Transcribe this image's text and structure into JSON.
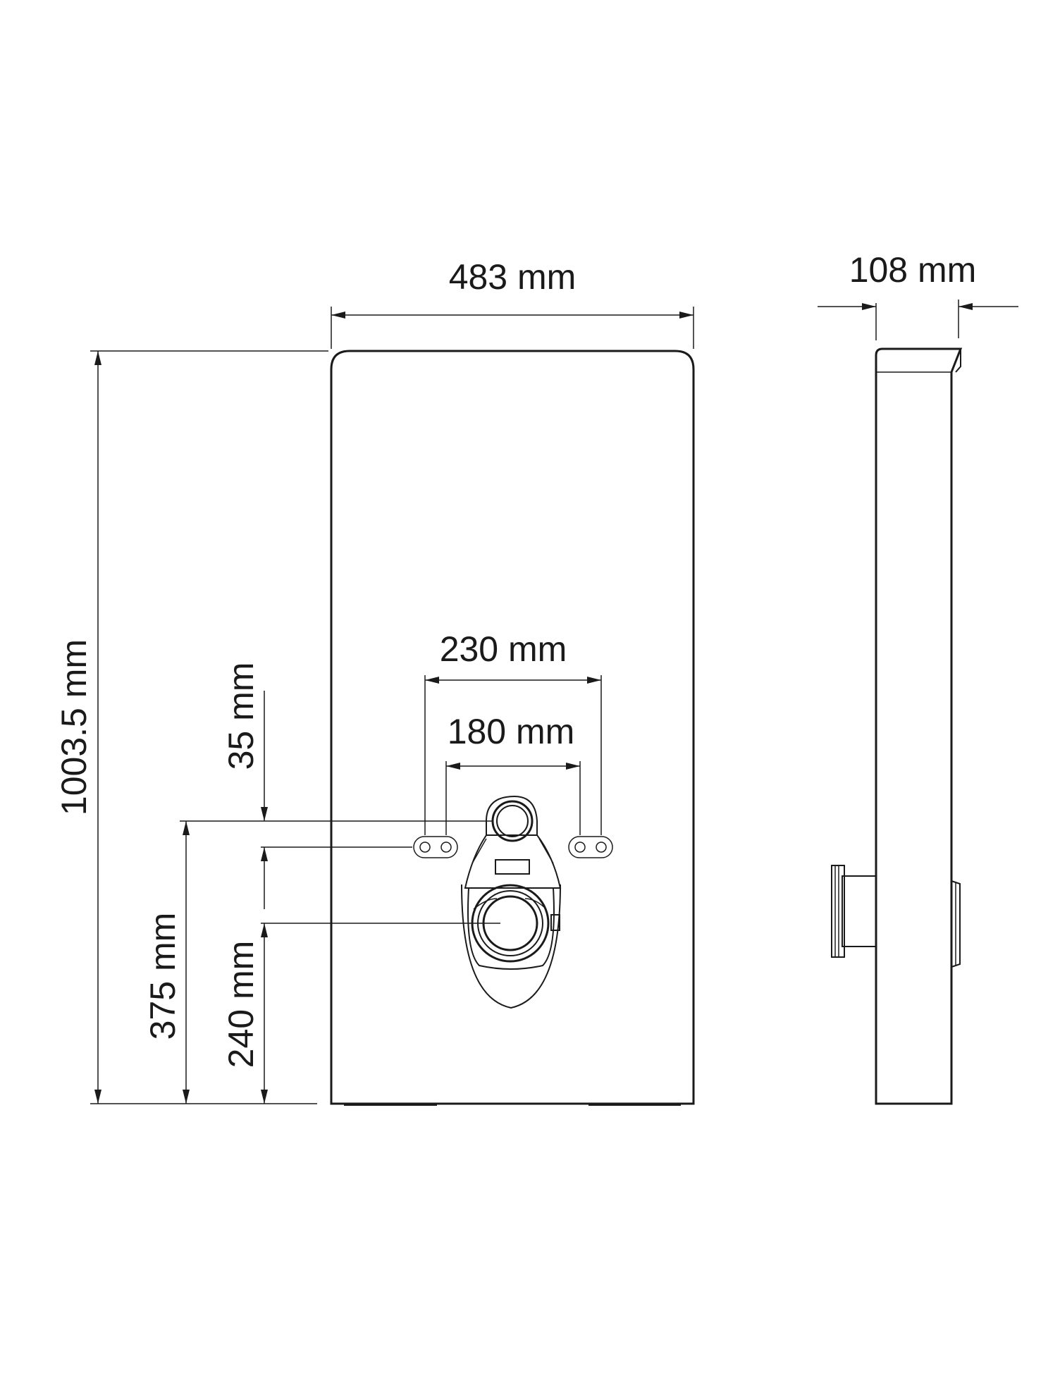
{
  "dimensions": {
    "width_front": "483 mm",
    "depth_side": "108 mm",
    "height_total": "1003.5 mm",
    "bolt_outer": "230 mm",
    "bolt_inner": "180 mm",
    "bolt_offset": "35 mm",
    "bolt_height": "375 mm",
    "outlet_height": "240 mm"
  }
}
